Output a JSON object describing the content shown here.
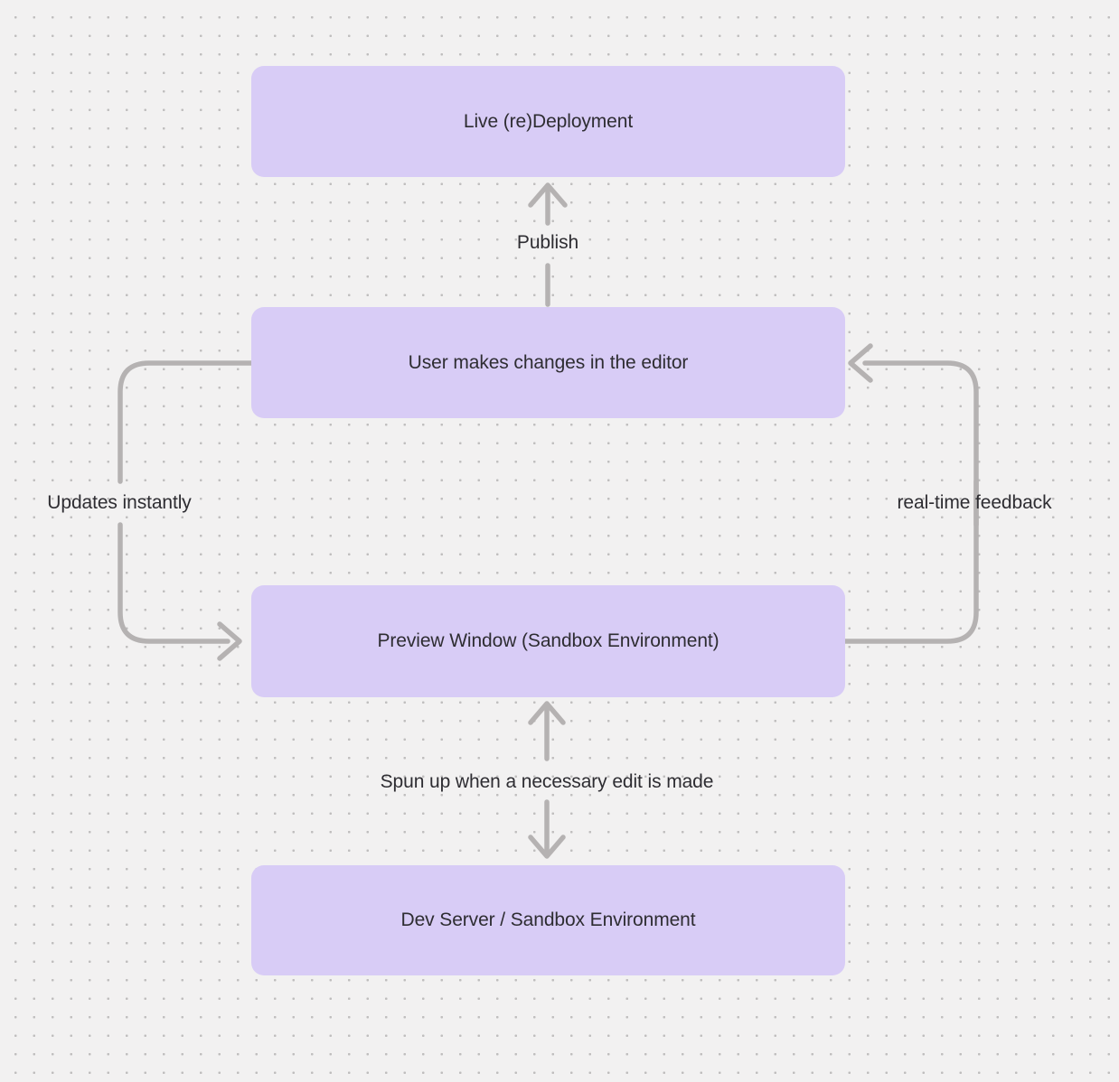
{
  "canvas": {
    "background_color": "#f2f1f1",
    "dot_color": "#c4c2c2",
    "node_fill_color": "#d8ccf6",
    "arrow_color": "#b5b2b2",
    "text_color": "#2e2d32"
  },
  "nodes": [
    {
      "id": "live-deployment",
      "label": "Live (re)Deployment"
    },
    {
      "id": "editor",
      "label": "User makes changes in the editor"
    },
    {
      "id": "preview-window",
      "label": "Preview Window (Sandbox Environment)"
    },
    {
      "id": "dev-server",
      "label": "Dev Server / Sandbox Environment"
    }
  ],
  "edges": [
    {
      "id": "publish",
      "label": "Publish",
      "from": "editor",
      "to": "live-deployment",
      "direction": "up"
    },
    {
      "id": "updates-instantly",
      "label": "Updates instantly",
      "from": "editor",
      "to": "preview-window",
      "direction": "left-down"
    },
    {
      "id": "real-time-feedback",
      "label": "real-time feedback",
      "from": "preview-window",
      "to": "editor",
      "direction": "right-up"
    },
    {
      "id": "spun-up",
      "label": "Spun up when a necessary edit is made",
      "from": "preview-window",
      "to": "dev-server",
      "direction": "bidirectional"
    }
  ]
}
